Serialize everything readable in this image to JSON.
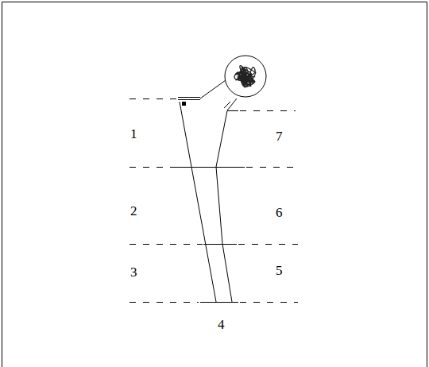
{
  "diagram": {
    "labels": [
      "1",
      "7",
      "2",
      "6",
      "3",
      "5",
      "4"
    ]
  }
}
